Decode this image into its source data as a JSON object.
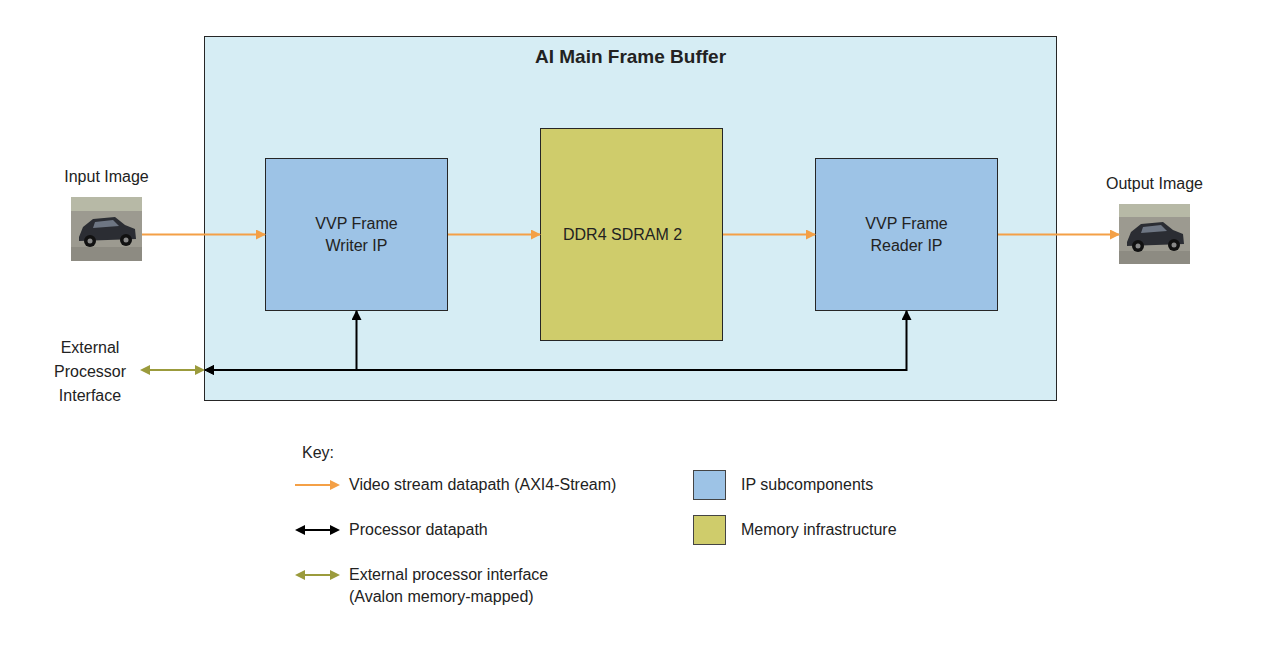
{
  "diagram": {
    "nodes": [
      {
        "text": [
          "Input Image"
        ]
      },
      {
        "text": [
          "AI Main Frame Buffer"
        ]
      },
      {
        "text": [
          "VVP Frame Writer IP"
        ],
        "in": 1
      },
      {
        "text": [
          "DDR4 SDRAM 2"
        ],
        "in": 1
      },
      {
        "text": [
          "VVP Frame Reader IP"
        ],
        "in": 1
      },
      {
        "text": [
          "Output Image"
        ]
      }
    ],
    "edges": [
      {
        "from": 0,
        "to": 2,
        "arrow": "to"
      },
      {
        "from": 2,
        "to": 3,
        "arrow": "to"
      },
      {
        "from": 3,
        "to": 4,
        "arrow": "to"
      },
      {
        "from": 4,
        "to": 5,
        "arrow": "to"
      },
      {
        "from": 1,
        "to": 2,
        "arrow": "both"
      },
      {
        "from": 1,
        "to": 4,
        "arrow": "both"
      }
    ],
    "labels": [
      "External Processor Interface",
      "Key:"
    ],
    "legend": [
      {
        "text": "Video stream datapath (AXI4-Stream)"
      },
      {
        "text": "Processor datapath"
      },
      {
        "text": "External processor interface (Avalon memory-mapped)"
      },
      {
        "text": "IP subcomponents",
        "color": "#9dc3e6"
      },
      {
        "text": "Memory infrastructure",
        "color": "#cfcc6b"
      }
    ]
  }
}
